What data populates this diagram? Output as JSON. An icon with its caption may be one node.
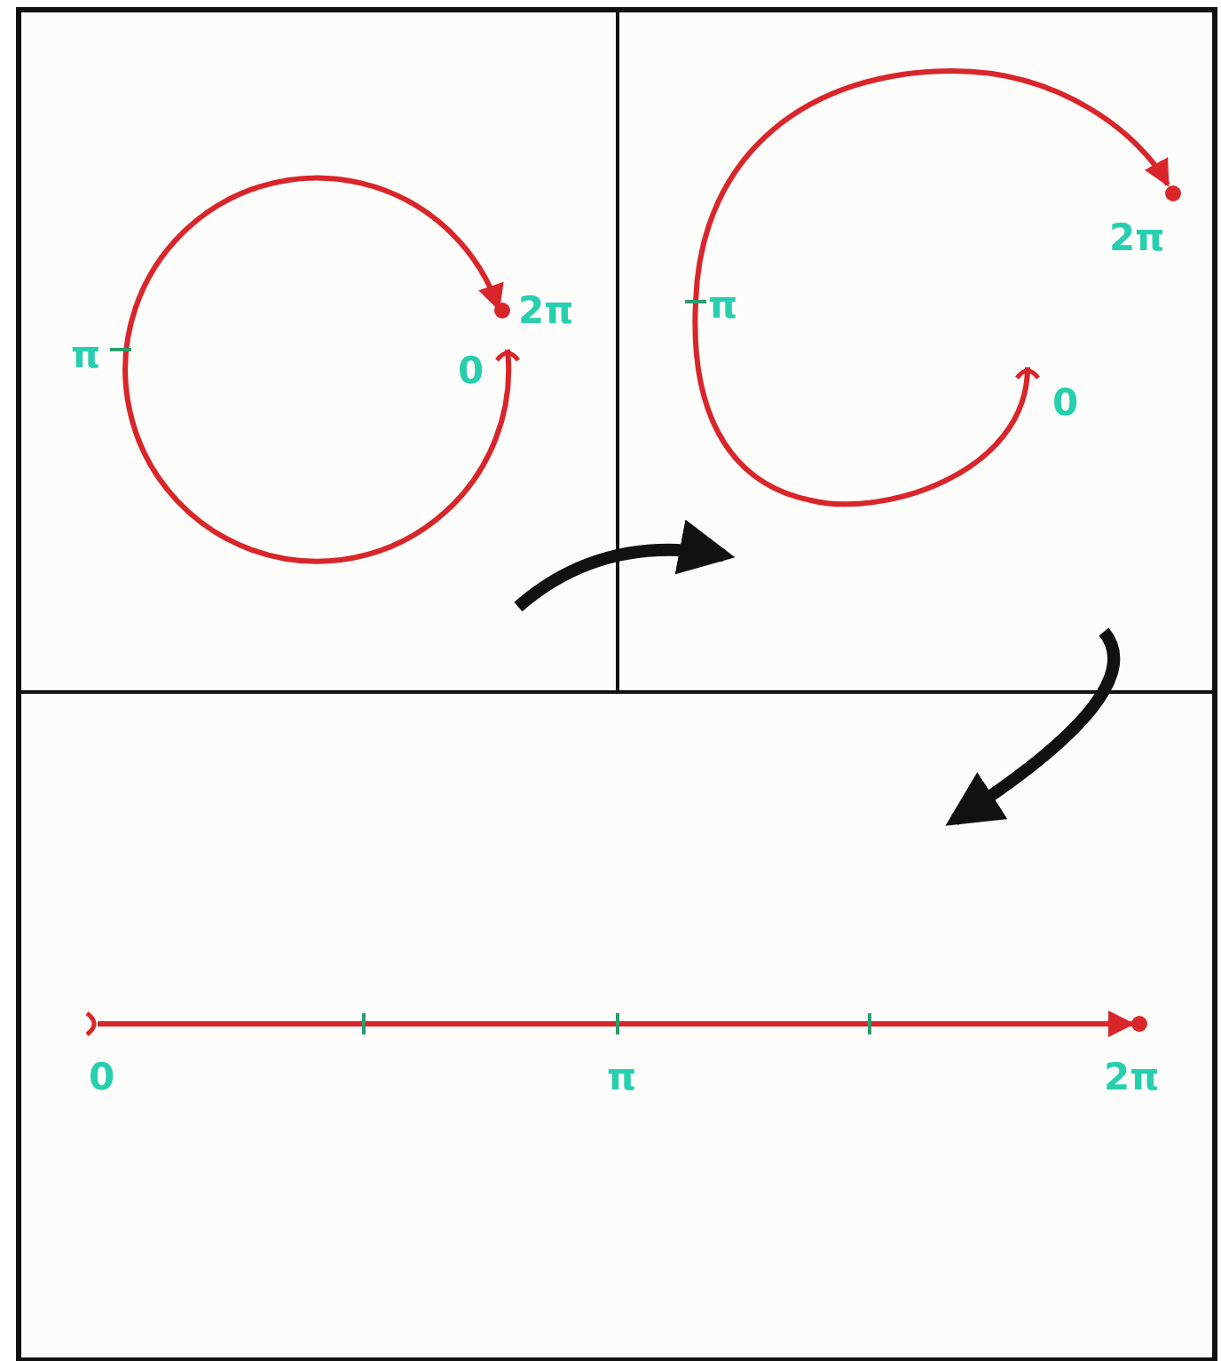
{
  "diagram": {
    "nodes": [
      {
        "text": [],
        "shape": "box"
      },
      {
        "text": [],
        "shape": "box"
      },
      {
        "text": [],
        "shape": "box"
      }
    ],
    "edges": [
      {
        "from": 0,
        "to": 1,
        "arrow": "to"
      },
      {
        "from": 1,
        "to": 2,
        "arrow": "to"
      }
    ],
    "labels": [
      "2π",
      "π",
      "0",
      "2π",
      "π",
      "0",
      "0",
      "π",
      "2π"
    ]
  }
}
